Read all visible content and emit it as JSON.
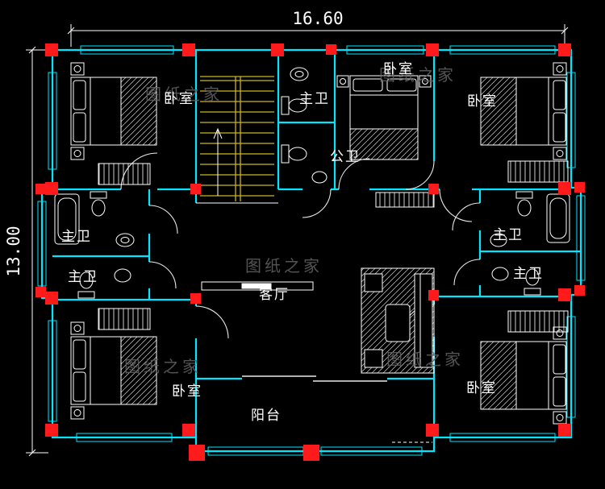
{
  "dimensions": {
    "width": "16.60",
    "height": "13.00"
  },
  "rooms": [
    {
      "name": "bedroom-top-left",
      "label": "卧室"
    },
    {
      "name": "master-bath-top",
      "label": "主卫"
    },
    {
      "name": "public-bath",
      "label": "公卫"
    },
    {
      "name": "bedroom-top-center",
      "label": "卧室"
    },
    {
      "name": "bedroom-top-right",
      "label": "卧室"
    },
    {
      "name": "master-bath-left-upper",
      "label": "主卫"
    },
    {
      "name": "master-bath-left-lower",
      "label": "主卫"
    },
    {
      "name": "master-bath-right-upper",
      "label": "主卫"
    },
    {
      "name": "master-bath-right-lower",
      "label": "主卫"
    },
    {
      "name": "living-room",
      "label": "客厅"
    },
    {
      "name": "bedroom-bottom-left",
      "label": "卧室"
    },
    {
      "name": "bedroom-bottom-right",
      "label": "卧室"
    },
    {
      "name": "balcony",
      "label": "阳台"
    }
  ],
  "watermark": {
    "text": "图纸之家"
  },
  "colors": {
    "background": "#000000",
    "wall": "#00e6ff",
    "column": "#ff1b1b",
    "furniture": "#ffffff",
    "stairs": "#c9b61c",
    "dimension_text": "#ffffff",
    "watermark": "#5f5f5f"
  }
}
